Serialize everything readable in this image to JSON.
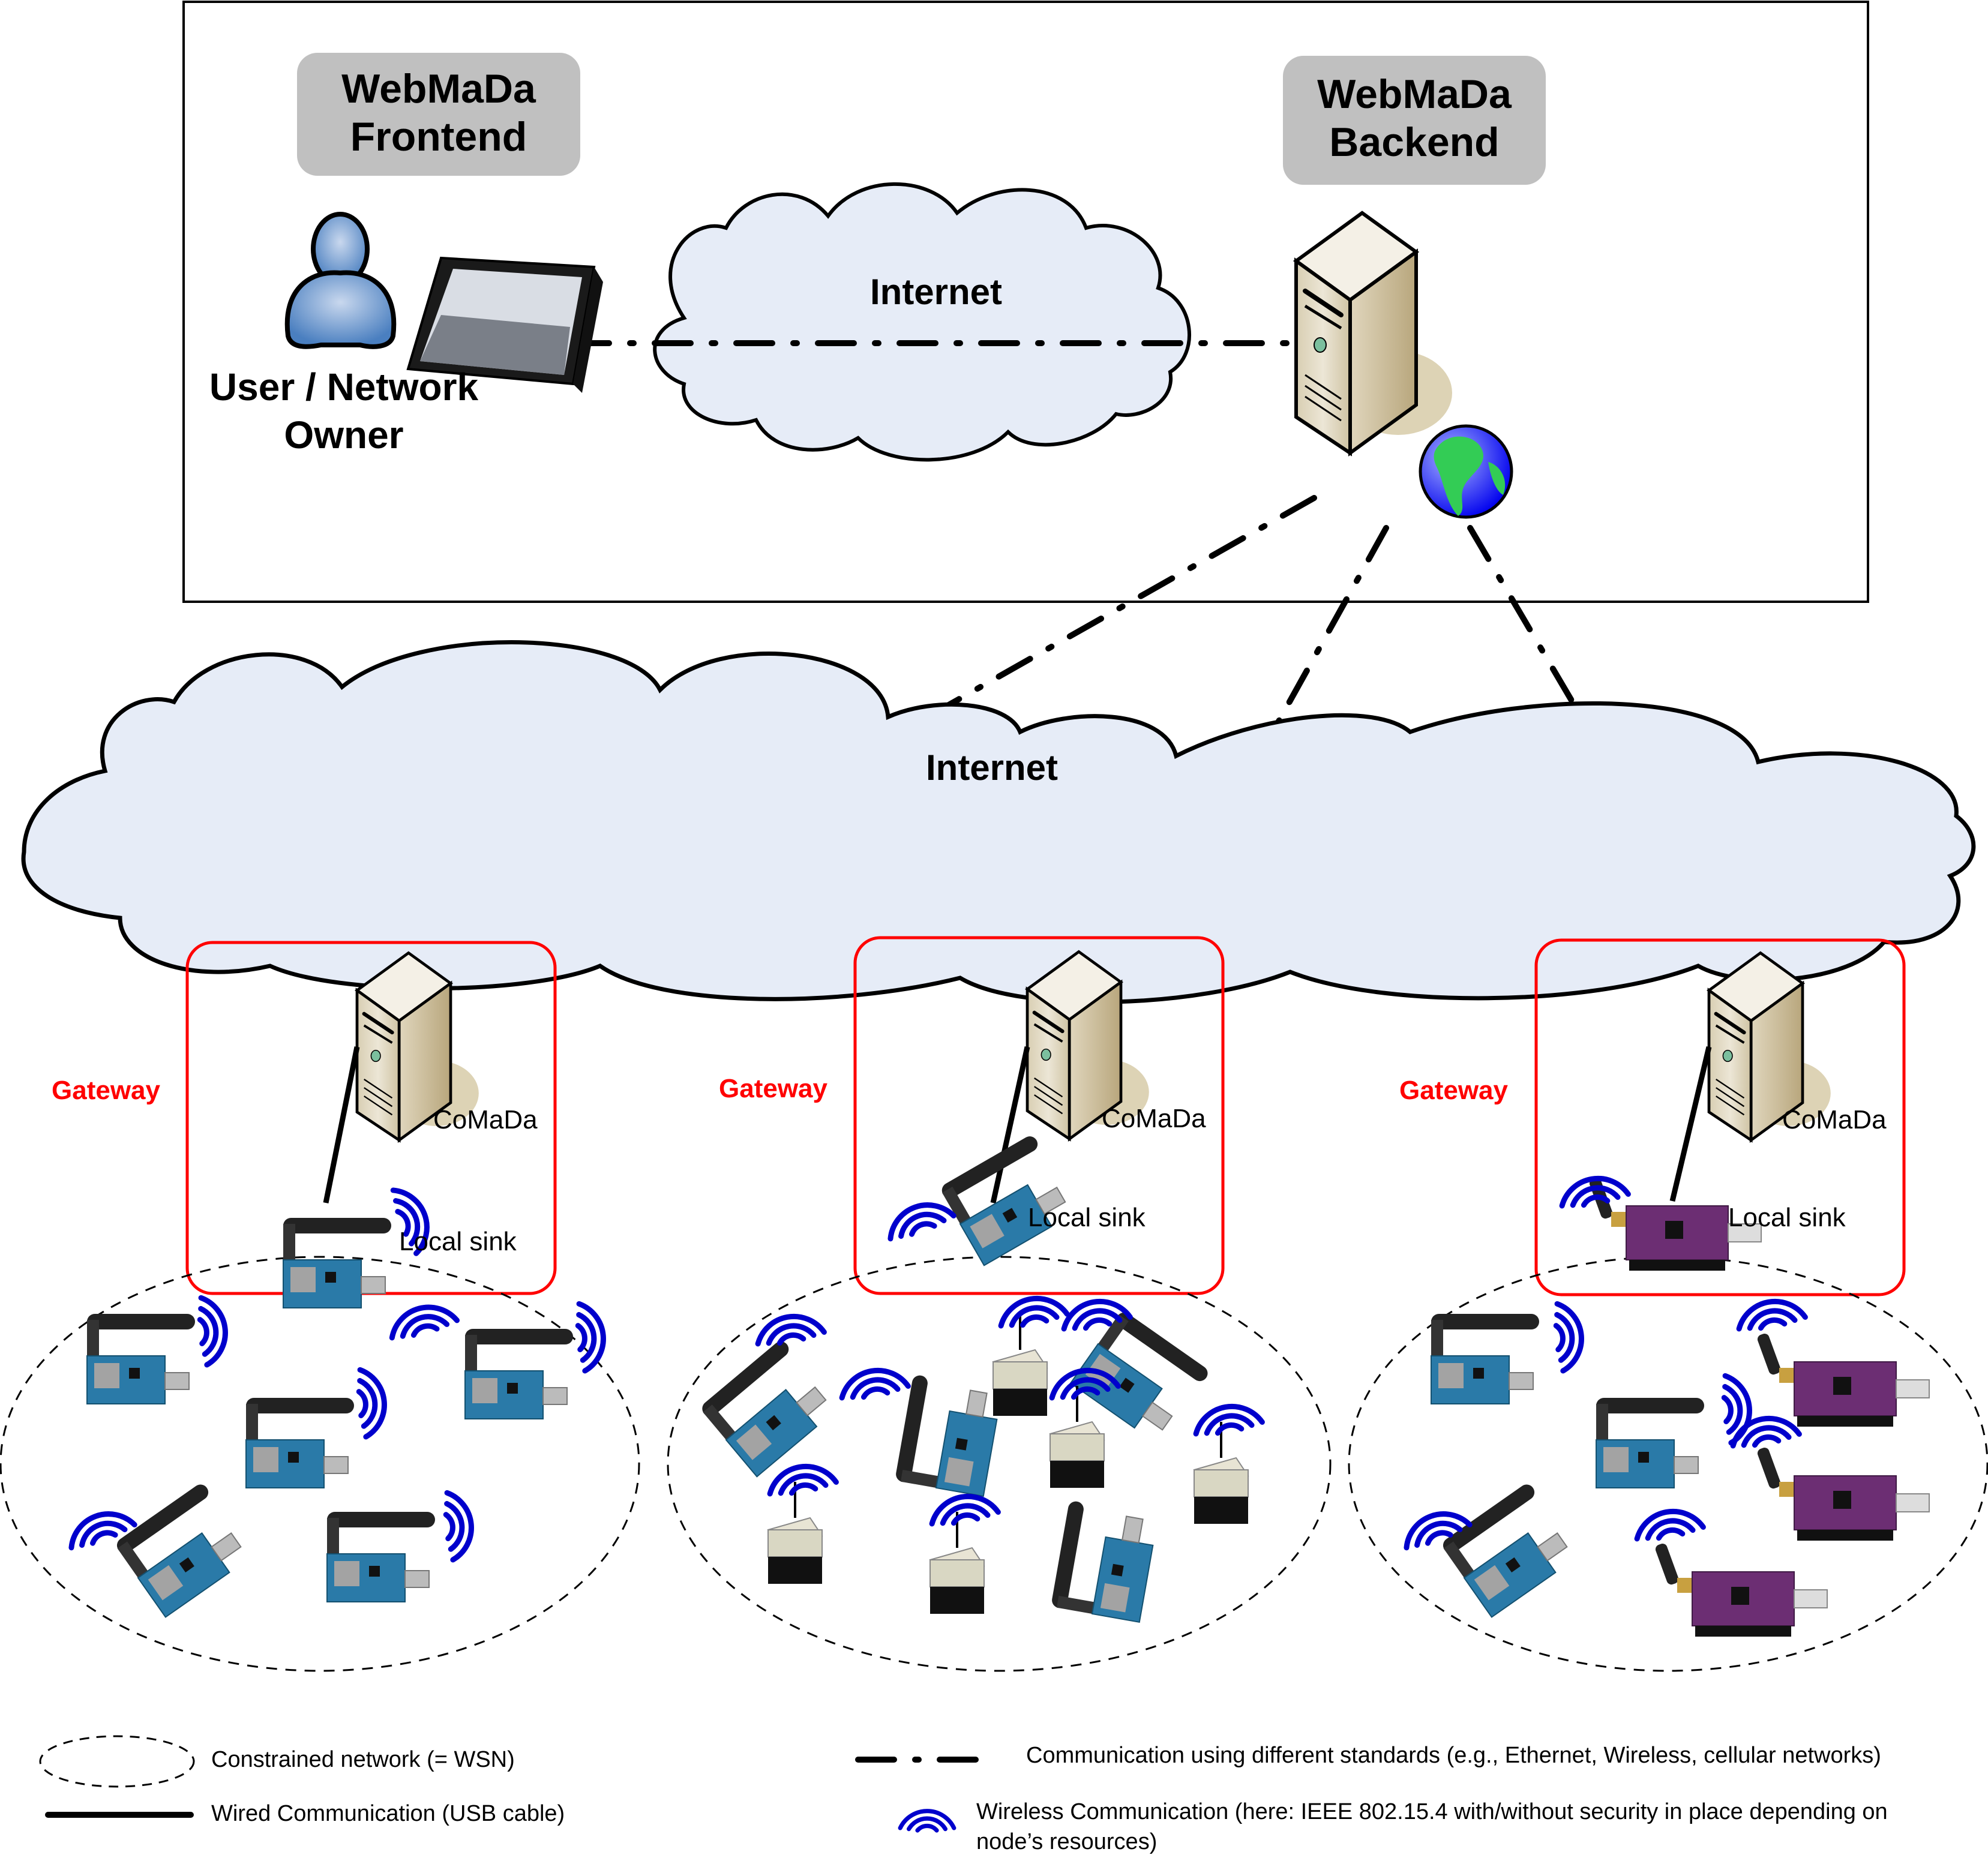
{
  "top_section": {
    "frontend_label_line1": "WebMaDa",
    "frontend_label_line2": "Frontend",
    "backend_label_line1": "WebMaDa",
    "backend_label_line2": "Backend",
    "user_label_line1": "User / Network",
    "user_label_line2": "Owner",
    "cloud_label": "Internet"
  },
  "middle_section": {
    "cloud_label": "Internet"
  },
  "gateways": [
    {
      "label": "Gateway",
      "server_label": "CoMaDa",
      "sink_label": "Local sink",
      "node_type": "blue-usb-antenna-node",
      "node_count": 5
    },
    {
      "label": "Gateway",
      "server_label": "CoMaDa",
      "sink_label": "Local sink",
      "node_type": "mixed-usb-and-crossbow-node",
      "node_count": 10
    },
    {
      "label": "Gateway",
      "server_label": "CoMaDa",
      "sink_label": "Local sink",
      "node_type": "mixed-usb-and-purple-board-node",
      "node_count": 6
    }
  ],
  "legend": {
    "constrained_network": "Constrained network (= WSN)",
    "wired": "Wired Communication (USB cable)",
    "different_standards": "Communication using different standards (e.g., Ethernet, Wireless, cellular networks)",
    "wireless_line1": "Wireless Communication (here: IEEE 802.15.4 with/without security in place depending on",
    "wireless_line2": "node’s resources)"
  },
  "colors": {
    "gateway_red": "#ff0000",
    "wireless_blue": "#0000cc",
    "cloud_fill": "#e6ecf7",
    "pill_gray": "#c0c0c0",
    "server_beige": "#d9ceb0",
    "user_blue": "#5b8fcc"
  }
}
